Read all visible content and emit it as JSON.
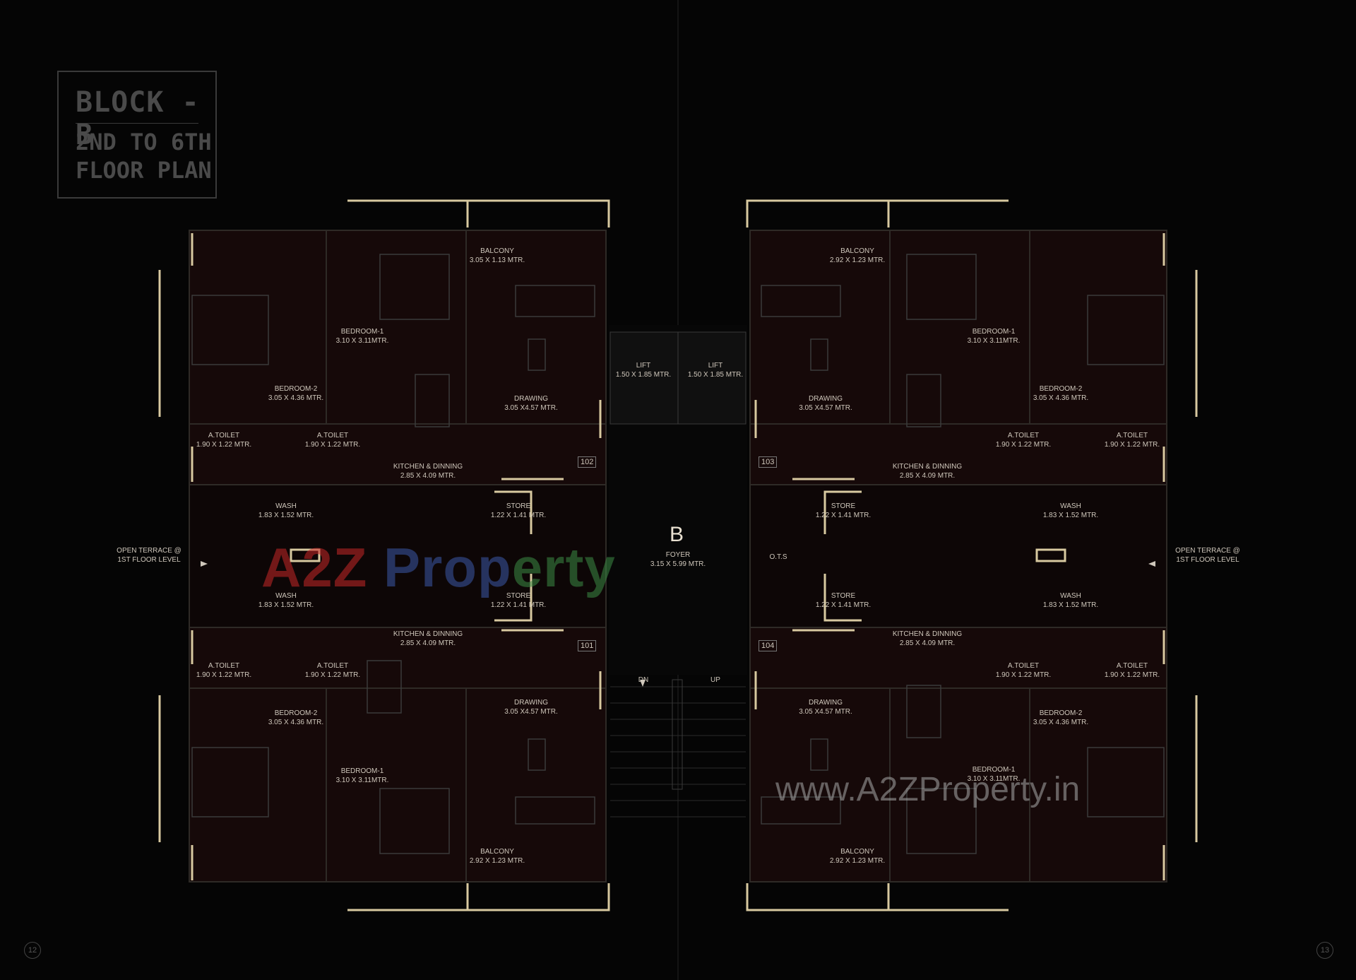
{
  "title": {
    "line1": "BLOCK - B",
    "line2": "2ND TO 6TH",
    "line3": "FLOOR PLAN"
  },
  "foyer": {
    "letter": "B",
    "name": "FOYER",
    "size": "3.15 X 5.99 MTR."
  },
  "lifts": [
    {
      "name": "LIFT",
      "size": "1.50 X 1.85 MTR."
    },
    {
      "name": "LIFT",
      "size": "1.50 X 1.85 MTR."
    }
  ],
  "stairs": {
    "down": "DN",
    "up": "UP"
  },
  "ots": "O.T.S",
  "open_terrace": {
    "line1": "OPEN TERRACE @",
    "line2": "1ST FLOOR LEVEL"
  },
  "units": [
    {
      "number": "102",
      "balcony": {
        "name": "BALCONY",
        "size": "3.05 X 1.13 MTR."
      },
      "bedroom1": {
        "name": "BEDROOM-1",
        "size": "3.10 X 3.11MTR."
      },
      "bedroom2": {
        "name": "BEDROOM-2",
        "size": "3.05 X 4.36 MTR."
      },
      "drawing": {
        "name": "DRAWING",
        "size": "3.05 X4.57 MTR."
      },
      "toilet_a": {
        "name": "A.TOILET",
        "size": "1.90 X 1.22 MTR."
      },
      "toilet_b": {
        "name": "A.TOILET",
        "size": "1.90 X 1.22 MTR."
      },
      "kitchen": {
        "name": "KITCHEN & DINNING",
        "size": "2.85 X 4.09 MTR."
      },
      "wash": {
        "name": "WASH",
        "size": "1.83 X 1.52 MTR."
      },
      "store": {
        "name": "STORE",
        "size": "1.22 X 1.41 MTR."
      }
    },
    {
      "number": "103",
      "balcony": {
        "name": "BALCONY",
        "size": "2.92 X 1.23 MTR."
      },
      "bedroom1": {
        "name": "BEDROOM-1",
        "size": "3.10 X 3.11MTR."
      },
      "bedroom2": {
        "name": "BEDROOM-2",
        "size": "3.05 X 4.36 MTR."
      },
      "drawing": {
        "name": "DRAWING",
        "size": "3.05 X4.57 MTR."
      },
      "toilet_a": {
        "name": "A.TOILET",
        "size": "1.90 X 1.22 MTR."
      },
      "toilet_b": {
        "name": "A.TOILET",
        "size": "1.90 X 1.22 MTR."
      },
      "kitchen": {
        "name": "KITCHEN & DINNING",
        "size": "2.85 X 4.09 MTR."
      },
      "wash": {
        "name": "WASH",
        "size": "1.83 X 1.52 MTR."
      },
      "store": {
        "name": "STORE",
        "size": "1.22 X 1.41 MTR."
      }
    },
    {
      "number": "101",
      "balcony": {
        "name": "BALCONY",
        "size": "2.92 X 1.23 MTR."
      },
      "bedroom1": {
        "name": "BEDROOM-1",
        "size": "3.10 X 3.11MTR."
      },
      "bedroom2": {
        "name": "BEDROOM-2",
        "size": "3.05 X 4.36 MTR."
      },
      "drawing": {
        "name": "DRAWING",
        "size": "3.05 X4.57 MTR."
      },
      "toilet_a": {
        "name": "A.TOILET",
        "size": "1.90 X 1.22 MTR."
      },
      "toilet_b": {
        "name": "A.TOILET",
        "size": "1.90 X 1.22 MTR."
      },
      "kitchen": {
        "name": "KITCHEN & DINNING",
        "size": "2.85 X 4.09 MTR."
      },
      "wash": {
        "name": "WASH",
        "size": "1.83 X 1.52 MTR."
      },
      "store": {
        "name": "STORE",
        "size": "1.22 X 1.41 MTR."
      }
    },
    {
      "number": "104",
      "balcony": {
        "name": "BALCONY",
        "size": "2.92 X 1.23 MTR."
      },
      "bedroom1": {
        "name": "BEDROOM-1",
        "size": "3.10 X 3.11MTR."
      },
      "bedroom2": {
        "name": "BEDROOM-2",
        "size": "3.05 X 4.36 MTR."
      },
      "drawing": {
        "name": "DRAWING",
        "size": "3.05 X4.57 MTR."
      },
      "toilet_a": {
        "name": "A.TOILET",
        "size": "1.90 X 1.22 MTR."
      },
      "toilet_b": {
        "name": "A.TOILET",
        "size": "1.90 X 1.22 MTR."
      },
      "kitchen": {
        "name": "KITCHEN & DINNING",
        "size": "2.85 X 4.09 MTR."
      },
      "wash": {
        "name": "WASH",
        "size": "1.83 X 1.52 MTR."
      },
      "store": {
        "name": "STORE",
        "size": "1.22 X 1.41 MTR."
      }
    }
  ],
  "page_numbers": {
    "left": "12",
    "right": "13"
  },
  "watermarks": {
    "logo": "A2Z Property",
    "url": "www.A2ZProperty.in"
  },
  "colors": {
    "background": "#050505",
    "wall_accent": "#d8c9a0",
    "room_fill": "#1a0b0b"
  }
}
